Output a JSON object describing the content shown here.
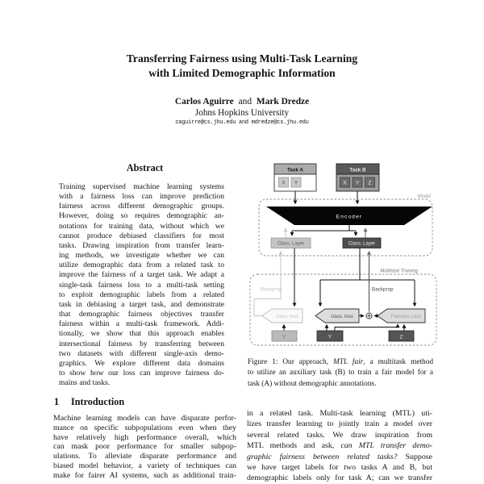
{
  "header": {
    "title_lines": [
      "Transferring Fairness using Multi-Task Learning",
      "with Limited Demographic Information"
    ],
    "author1": "Carlos Aguirre",
    "conj": "and",
    "author2": "Mark Dredze",
    "affiliation": "Johns Hopkins University",
    "emails": "caguirre@cs.jhu.edu and mdredze@cs.jhu.edu"
  },
  "abstract": {
    "heading": "Abstract",
    "lines": [
      "Training supervised machine learning systems",
      "with a fairness loss can improve prediction",
      "fairness across different demographic groups.",
      "However, doing so requires demographic an-",
      "notations for training data, without which we",
      "cannot produce debiased classifiers for most",
      "tasks. Drawing inspiration from transfer learn-",
      "ing methods, we investigate whether we can",
      "utilize demographic data from a related task to",
      "improve the fairness of a target task. We adapt a",
      "single-task fairness loss to a multi-task setting",
      "to exploit demographic labels from a related",
      "task in debiasing a target task, and demonstrate",
      "that demographic fairness objectives transfer",
      "fairness within a multi-task framework. Addi-",
      "tionally, we show that this approach enables",
      "intersectional fairness by transferring between",
      "two datasets with different single-axis demo-",
      "graphics. We explore different data domains",
      "to show how our loss can improve fairness do-",
      {
        "t": "mains and tasks.",
        "j": false
      }
    ]
  },
  "intro": {
    "number": "1",
    "heading": "Introduction",
    "lines": [
      "Machine learning models can have disparate perfor-",
      "mance on specific subpopulations even when they",
      "have relatively high performance overall, which",
      "can mask poor performance for smaller subpop-",
      "ulations. To alleviate disparate performance and",
      "biased model behavior, a variety of techniques can",
      "make for fairer AI systems, such as additional train-"
    ]
  },
  "right_column": {
    "lines": [
      "in a related task.  Multi-task learning (MTL) uti-",
      "lizes transfer learning to jointly train a model over",
      "several related tasks.  We draw inspiration from",
      {
        "seg": [
          {
            "t": "MTL methods and ask, "
          },
          {
            "t": "can MTL transfer demo-",
            "i": true
          }
        ]
      },
      {
        "seg": [
          {
            "t": "graphic fairness between related tasks?",
            "i": true
          },
          {
            "t": "  Suppose"
          }
        ]
      },
      "we have target labels for two tasks A and B, but",
      "demographic labels only for task A; can we transfer"
    ]
  },
  "figure": {
    "caption_lines": [
      {
        "seg": [
          {
            "t": "Figure 1: Our approach, "
          },
          {
            "t": "MTL fair",
            "i": true
          },
          {
            "t": ", a multitask method"
          }
        ]
      },
      "to utilize an auxiliary task (B) to train a fair model for a",
      {
        "t": "task (A) without demographic annotations.",
        "j": false
      }
    ],
    "task_a": {
      "title": "Task A",
      "cells": [
        "X",
        "Y"
      ]
    },
    "task_b": {
      "title": "Task B",
      "cells": [
        "X",
        "Y",
        "Z"
      ]
    },
    "model_label": "Model",
    "encoder_label": "Encoder",
    "class_layer_a": "Class. Layer",
    "class_layer_b": "Class. Layer",
    "multitask_label": "Multitask Training",
    "backprop_a": "Backprop",
    "backprop_b": "Backprop",
    "class_loss_a": "class. loss",
    "class_loss_b": "class. loss",
    "fairness_loss": "Fairness Loss",
    "label_y_a": "Y",
    "label_y_b": "Y",
    "label_z": "Z"
  },
  "colors": {
    "encoder_fill": "#060606",
    "dark_gray": "#555555",
    "mid_gray": "#9c9c9c",
    "light_gray": "#c4c4c4",
    "faded": "#c6c6c6"
  }
}
